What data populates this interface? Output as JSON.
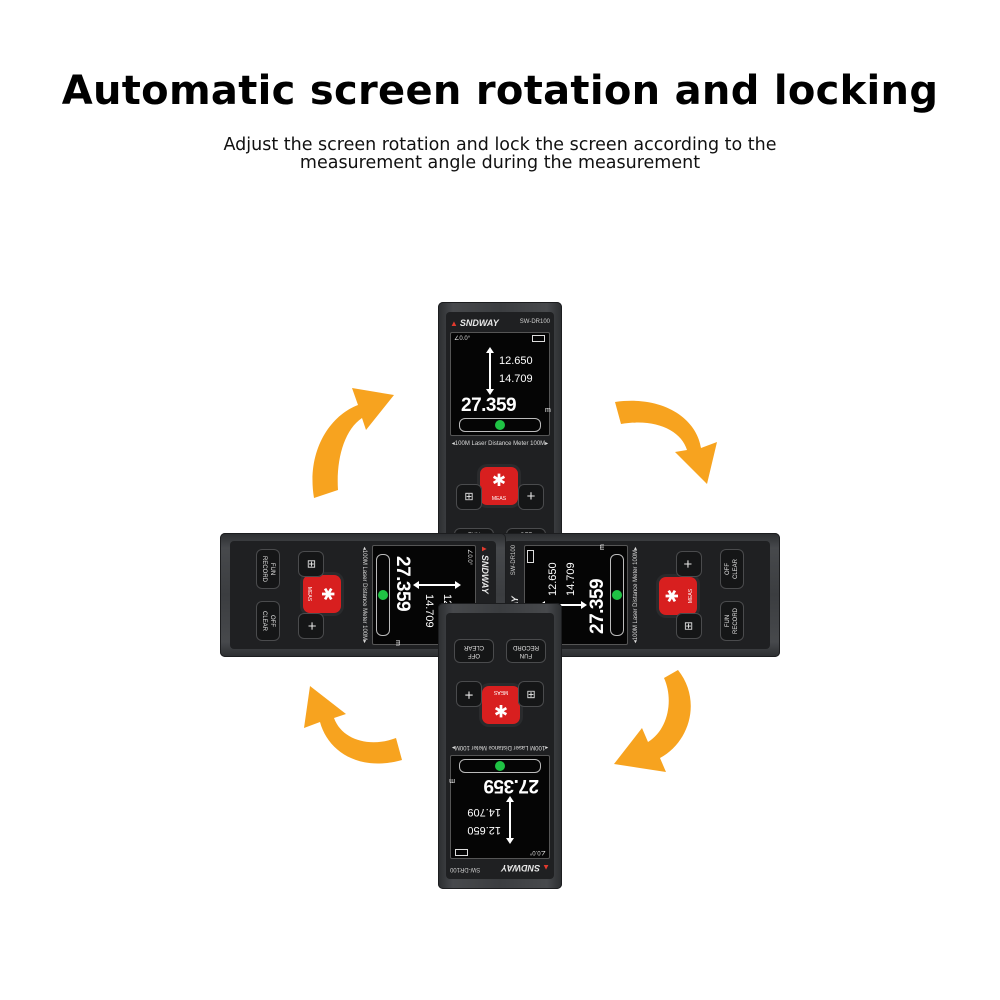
{
  "header": {
    "title": "Automatic screen rotation and locking",
    "subtitle_line1": "Adjust the screen rotation and lock the screen according to the",
    "subtitle_line2": "measurement angle during the measurement"
  },
  "device": {
    "brand": "SNDWAY",
    "model": "SW-DR100",
    "status_angle": "∠0.0°",
    "value_top": "12.650",
    "value_bottom": "14.709",
    "main_value": "27.359",
    "unit": "m",
    "caption": "◂100M Laser Distance Meter 100M▸",
    "meas_label": "MEAS",
    "meas_icon": "✱",
    "plus_label": "+",
    "mode_label": "⊞",
    "fun_label_1": "FUN",
    "fun_label_2": "RECORD",
    "off_label_1": "OFF",
    "off_label_2": "CLEAR"
  },
  "colors": {
    "arrow": "#f7a31f",
    "accent_red": "#d81f1f",
    "indicator_green": "#1fc344"
  }
}
